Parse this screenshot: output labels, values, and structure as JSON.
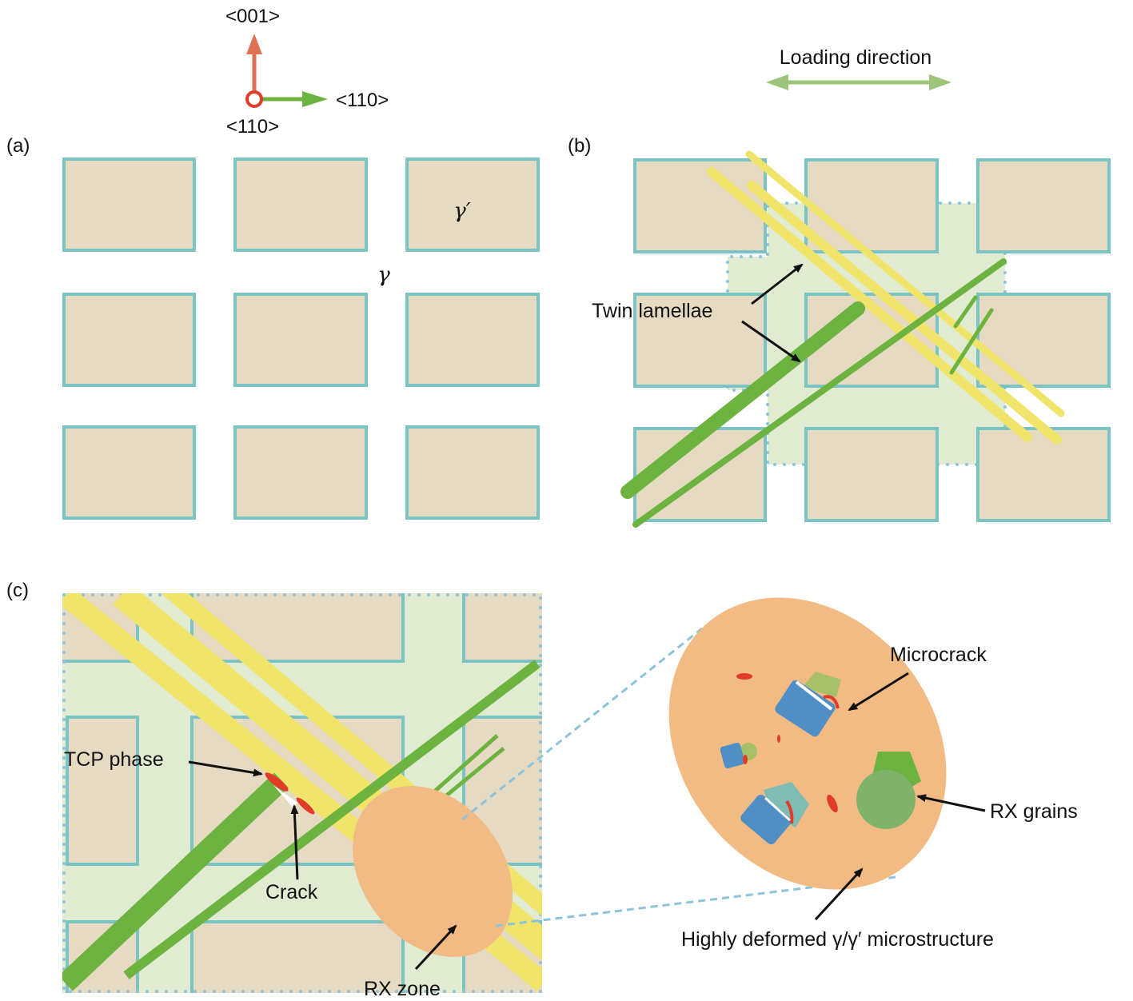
{
  "axes": {
    "up_label": "<001>",
    "right_label": "<110>",
    "out_label": "<110>"
  },
  "loading": {
    "label": "Loading direction"
  },
  "panels": {
    "a": {
      "tag": "(a)",
      "gamma_prime": "γ′",
      "gamma": "γ"
    },
    "b": {
      "tag": "(b)",
      "twin_label": "Twin lamellae"
    },
    "c": {
      "tag": "(c)",
      "tcp_label": "TCP phase",
      "crack_label": "Crack",
      "rx_zone_label": "RX zone",
      "microcrack_label": "Microcrack",
      "rx_grains_label": "RX grains",
      "deformed_label": "Highly deformed γ/γ′ microstructure"
    }
  },
  "colors": {
    "gamma_prime_fill": "#e6dac3",
    "gamma_prime_edge": "#7cc3c4",
    "matrix_green": "#e0ebd2",
    "twin_green": "#6db33f",
    "twin_yellow": "#f0e56a",
    "rx_orange": "#f2bb84",
    "axis_red": "#e07055",
    "axis_green": "#6db33f",
    "loading_arrow": "#9cc47a",
    "grain_blue": "#4f8fc6",
    "grain_green": "#7fb36c",
    "grain_teal": "#7fbcb3",
    "crack_red": "#e23b2a",
    "dash_blue": "#8cc4dc"
  }
}
